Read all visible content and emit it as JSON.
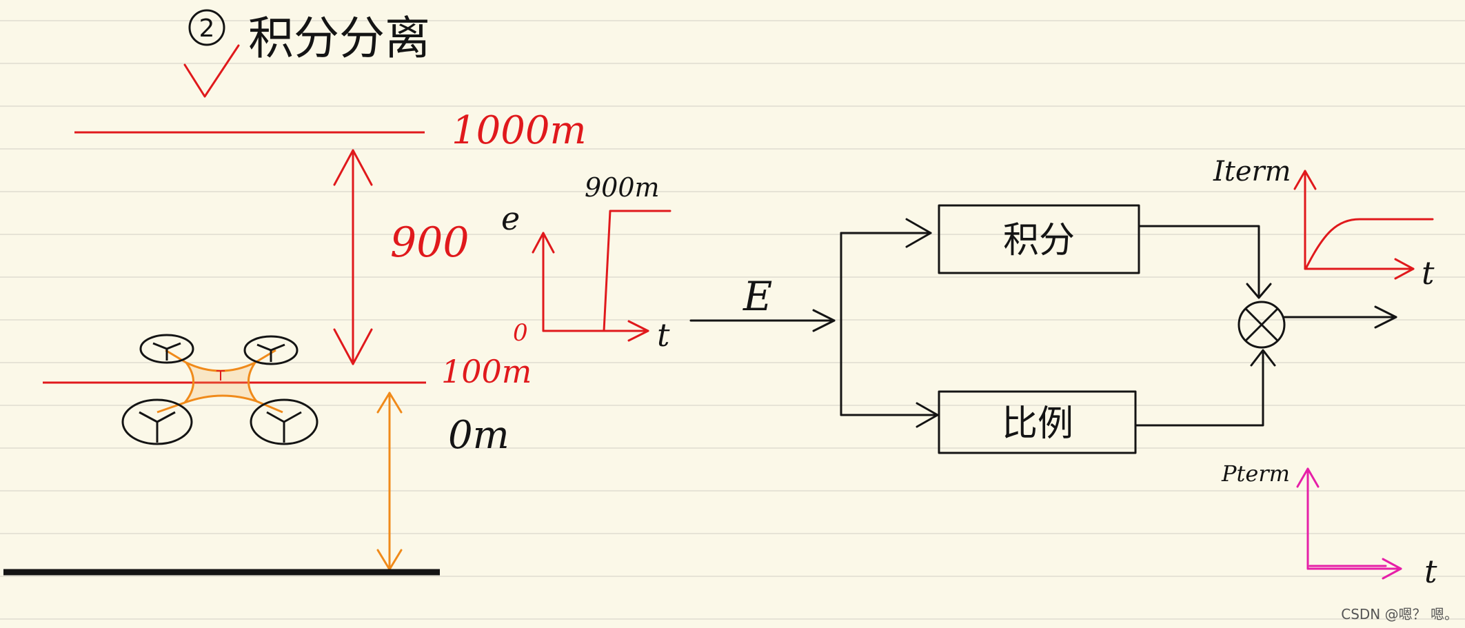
{
  "title": {
    "circled_number": "2",
    "text": "积分分离"
  },
  "altitude": {
    "top_label": "1000m",
    "gap_label": "900",
    "middle_label": "100m",
    "ground_label": "0m"
  },
  "error_plot": {
    "y_label": "e",
    "x_label": "t",
    "origin_label": "0",
    "step_label": "900m"
  },
  "block_diagram": {
    "input_label": "E",
    "integral_block": "积分",
    "proportional_block": "比例",
    "sum_symbol": "⊗"
  },
  "iterm_plot": {
    "y_label": "Iterm",
    "x_label": "t"
  },
  "pterm_plot": {
    "y_label": "Pterm",
    "x_label": "t"
  },
  "watermark": "CSDN @嗯？ 嗯。",
  "colors": {
    "paper": "#fbf8e8",
    "ruled_line": "#e6e3d6",
    "red_ink": "#e0191c",
    "orange_ink": "#f08a1a",
    "black_ink": "#141414",
    "magenta_ink": "#e61fa8"
  }
}
